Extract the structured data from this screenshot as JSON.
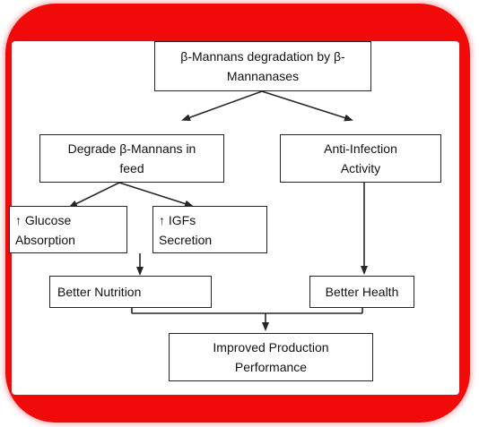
{
  "diagram": {
    "nodes": {
      "root": {
        "line1": "β-Mannans degradation by β-",
        "line2": "Mannanases"
      },
      "degrade": {
        "line1": "Degrade β-Mannans in",
        "line2": "feed"
      },
      "anti_infection": {
        "line1": "Anti-Infection",
        "line2": "Activity"
      },
      "glucose": {
        "line1": "↑ Glucose",
        "line2": "Absorption"
      },
      "igfs": {
        "line1": "↑ IGFs",
        "line2": "Secretion"
      },
      "nutrition": {
        "label": "Better Nutrition"
      },
      "health": {
        "label": "Better Health"
      },
      "improved": {
        "line1": "Improved Production",
        "line2": "Performance"
      }
    },
    "colors": {
      "frame": "#f00a0a",
      "line": "#262626"
    }
  }
}
